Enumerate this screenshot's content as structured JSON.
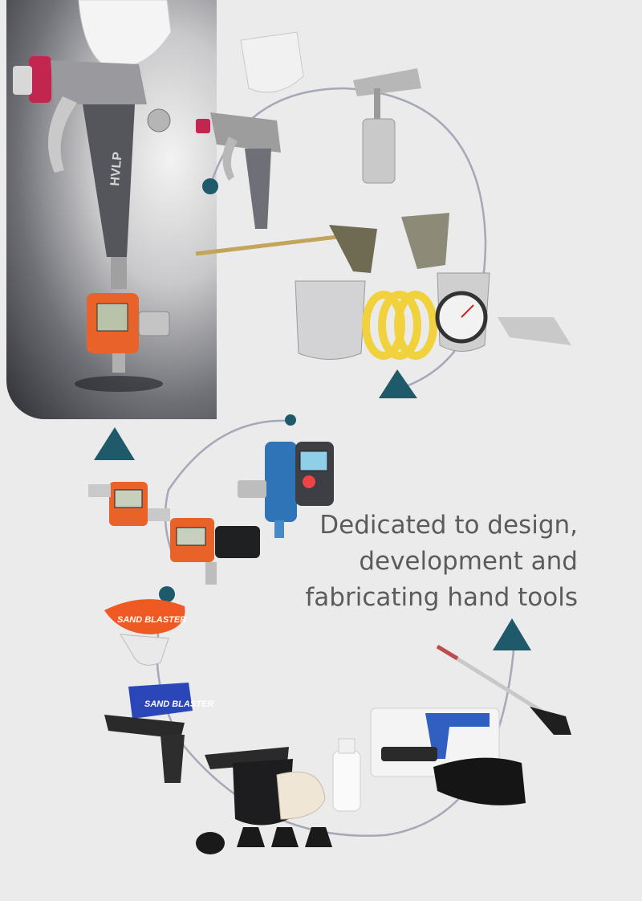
{
  "tagline": {
    "line1": "Dedicated to design,",
    "line2": "development and",
    "line3": "fabricating hand tools"
  },
  "products": {
    "gun_brand": "HVLP",
    "blaster_label_1": "SAND BLASTER",
    "blaster_label_2": "SAND BLASTER"
  },
  "colors": {
    "accent_teal": "#1f5a6a",
    "arc_line": "#a6a8b8",
    "page_bg": "#ebebeb",
    "text_gray": "#5b5b5b"
  }
}
